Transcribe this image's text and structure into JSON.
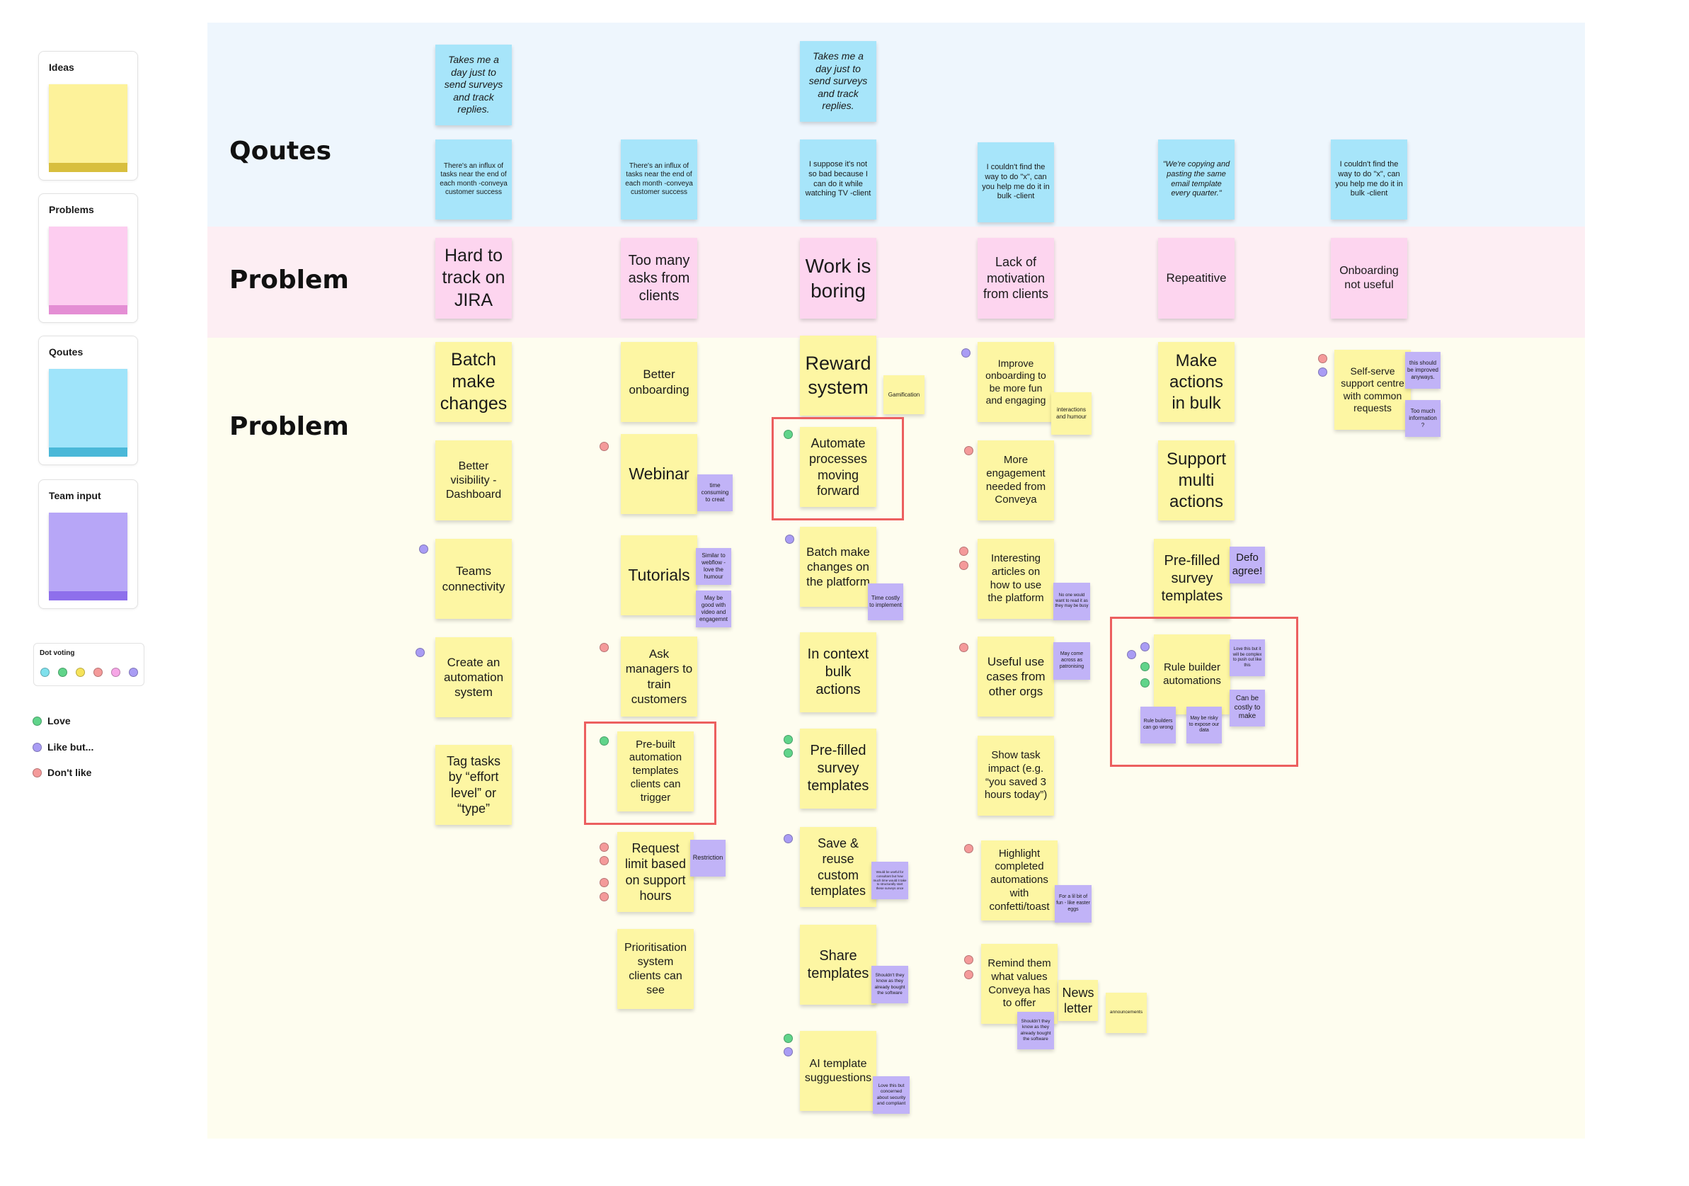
{
  "sidebar": {
    "cards": [
      {
        "label": "Ideas"
      },
      {
        "label": "Problems"
      },
      {
        "label": "Qoutes"
      },
      {
        "label": "Team input"
      }
    ],
    "dot_voting": {
      "title": "Dot voting",
      "colors": [
        "#7fe0ec",
        "#60d48a",
        "#f6e35a",
        "#f49a9a",
        "#f6a6e6",
        "#a99cf4"
      ]
    },
    "key": [
      {
        "label": "Love",
        "color": "#60d48a"
      },
      {
        "label": "Like but...",
        "color": "#a99cf4"
      },
      {
        "label": "Don't like",
        "color": "#f49a9a"
      }
    ]
  },
  "rows": {
    "quotes_title": "Qoutes",
    "problem_title": "Problem",
    "ideas_title": "Problem"
  },
  "notes": {
    "q1": "Takes me a day just to send surveys and track replies.",
    "q2": "Takes me a day just to send surveys and track replies.",
    "q3": "There's an influx of tasks near the end of each month -conveya customer success",
    "q4": "There's an influx of tasks near the end of each month -conveya customer success",
    "q5": "I suppose it's not so bad because I can do it while watching TV -client",
    "q6": "I couldn't find the way to do \"x\", can you help me do it in bulk -client",
    "q7": "\"We're copying and pasting the same email template every quarter.\"",
    "q8": "I couldn't find the way to do \"x\", can you help me do it in bulk -client",
    "p1": "Hard to track on JIRA",
    "p2": "Too many asks from clients",
    "p3": "Work is boring",
    "p4": "Lack of motivation from clients",
    "p5": "Repeatitive",
    "p6": "Onboarding not useful",
    "c1a": "Batch make changes",
    "c1b": "Better visibility - Dashboard",
    "c1c": "Teams connectivity",
    "c1d": "Create an automation system",
    "c1e": "Tag tasks by “effort level” or “type”",
    "c2a": "Better onboarding",
    "c2b": "Webinar",
    "c2b_v": "time consuming to creat",
    "c2c": "Tutorials",
    "c2c_v1": "Similar to webflow - love the humour",
    "c2c_v2": "May be good with video and engagemnt",
    "c2d": "Ask managers to train customers",
    "c2e": "Pre-built automation templates clients can trigger",
    "c2f": "Request limit based on support hours",
    "c2f_v": "Restriction",
    "c2g": "Prioritisation system clients can see",
    "c3a": "Reward system",
    "c3a_y": "Gamification",
    "c3b": "Automate processes moving forward",
    "c3c": "Batch make changes on the platform",
    "c3c_v": "Time costly to implement",
    "c3d": "In context bulk actions",
    "c3e": "Pre-filled survey templates",
    "c3f": "Save & reuse custom templates",
    "c3f_v": "Would be useful for consultant but how much time would it take to structurally start these surveys once",
    "c3g": "Share templates",
    "c3g_v": "Shouldn't they know as they already bought the software",
    "c3h": "AI template sugguestions",
    "c3h_v": "Love this but concerned about security and compliant",
    "c4a": "Improve onboarding to be more fun and engaging",
    "c4a_y": "interactions and humour",
    "c4b": "More engagement needed from Conveya",
    "c4c": "Interesting articles on how to use the platform",
    "c4c_v": "No one would want to read it as they may be busy",
    "c4d": "Useful use cases from other orgs",
    "c4d_v": "May come across as patronising",
    "c4e": "Show task impact (e.g. “you saved 3 hours today”)",
    "c4f": "Highlight completed automations with confetti/toast",
    "c4f_v": "For a lil bit of fun - like easter eggs",
    "c4g": "Remind them what values Conveya has to offer",
    "c4g_v": "Shouldn't they know as they already bought the software",
    "c4h": "News letter",
    "c4h_y": "announcements",
    "c5a": "Make actions in bulk",
    "c5b": "Support multi actions",
    "c5c": "Pre-filled survey templates",
    "c5c_v": "Defo agree!",
    "c5d": "Rule builder automations",
    "c5d_v1": "Love this but it will be complex to push out like this",
    "c5d_v2": "Can be costly to make",
    "c5d_v3": "Rule builders can go wrong",
    "c5d_v4": "May be risky to expose our data",
    "c6a": "Self-serve support centre with common requests",
    "c6a_v1": "this should be improved anyways.",
    "c6a_v2": "Too much information ?"
  }
}
